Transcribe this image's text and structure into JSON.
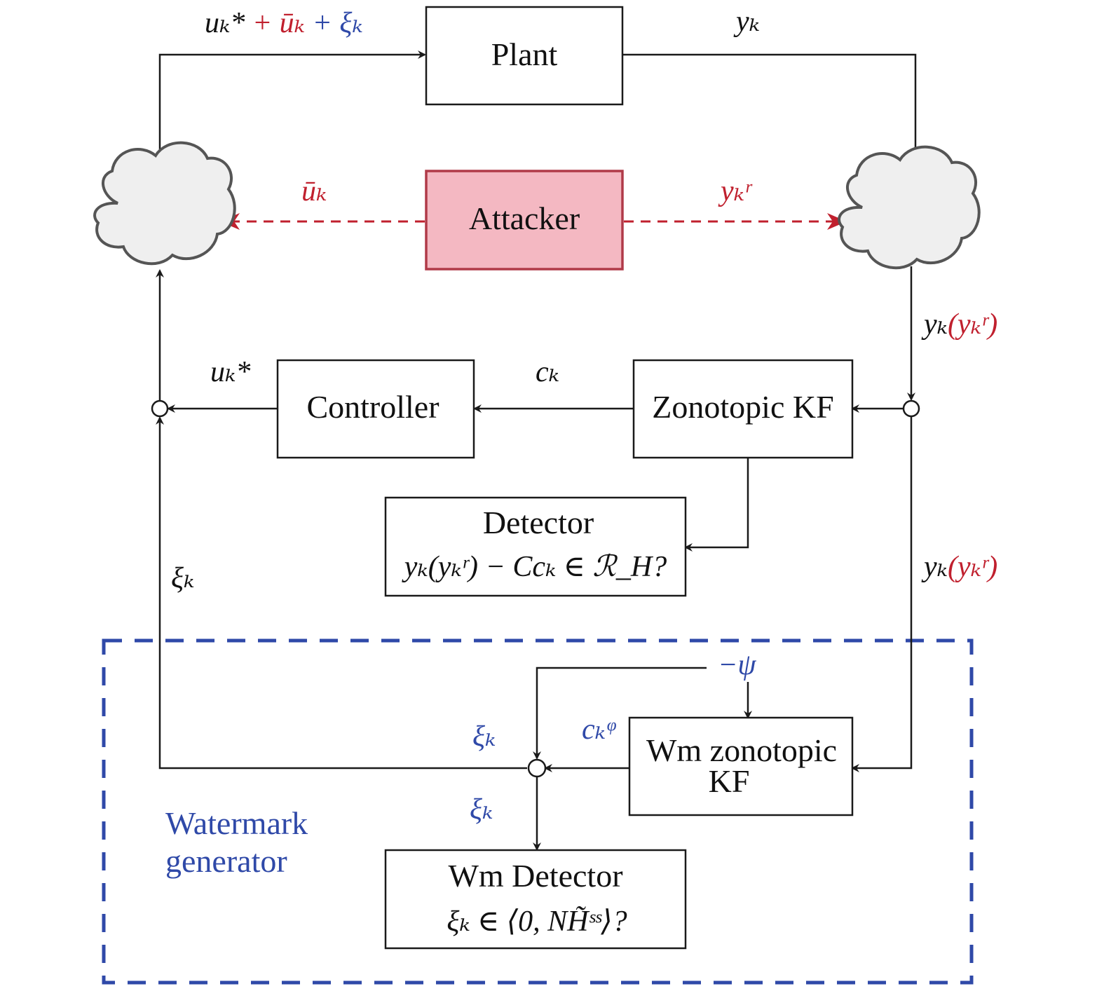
{
  "blocks": {
    "plant": "Plant",
    "attacker": "Attacker",
    "controller": "Controller",
    "zonotopic_kf": "Zonotopic KF",
    "detector": {
      "title": "Detector",
      "condition": "yₖ(yₖʳ) − Ccₖ ∈ ℛ_H?"
    },
    "wm_zonotopic_kf": {
      "line1": "Wm zonotopic",
      "line2": "KF"
    },
    "wm_detector": {
      "title": "Wm Detector",
      "condition": "ξₖ ∈ ⟨0, NH̃ˢˢ⟩?"
    }
  },
  "signals": {
    "plant_input": {
      "u_star": "uₖ* ",
      "plus1": "+ ",
      "u_bar": "ūₖ",
      "plus2": " + ",
      "xi": "ξₖ"
    },
    "plant_output": "yₖ",
    "attack_input": "ūₖ",
    "attack_output": "yₖʳ",
    "cloud_output": {
      "y": "yₖ",
      "open": "(",
      "yr": "yₖʳ",
      "close": ")"
    },
    "controller_output": "uₖ*",
    "kf_output": "cₖ",
    "watermark_feedback": "ξₖ",
    "wm_branch_output": {
      "y": "yₖ",
      "open": "(",
      "yr": "yₖʳ",
      "close": ")"
    },
    "neg_psi": "−ψ",
    "wm_kf_output": "cₖᵠ",
    "xi_top": "ξₖ",
    "xi_bottom": "ξₖ"
  },
  "watermark_generator": {
    "line1": "Watermark",
    "line2": "generator"
  },
  "colors": {
    "attack": "#c0202e",
    "watermark": "#2f49a8",
    "attacker_fill": "#f4b8c2",
    "cloud_fill": "#efefef"
  }
}
